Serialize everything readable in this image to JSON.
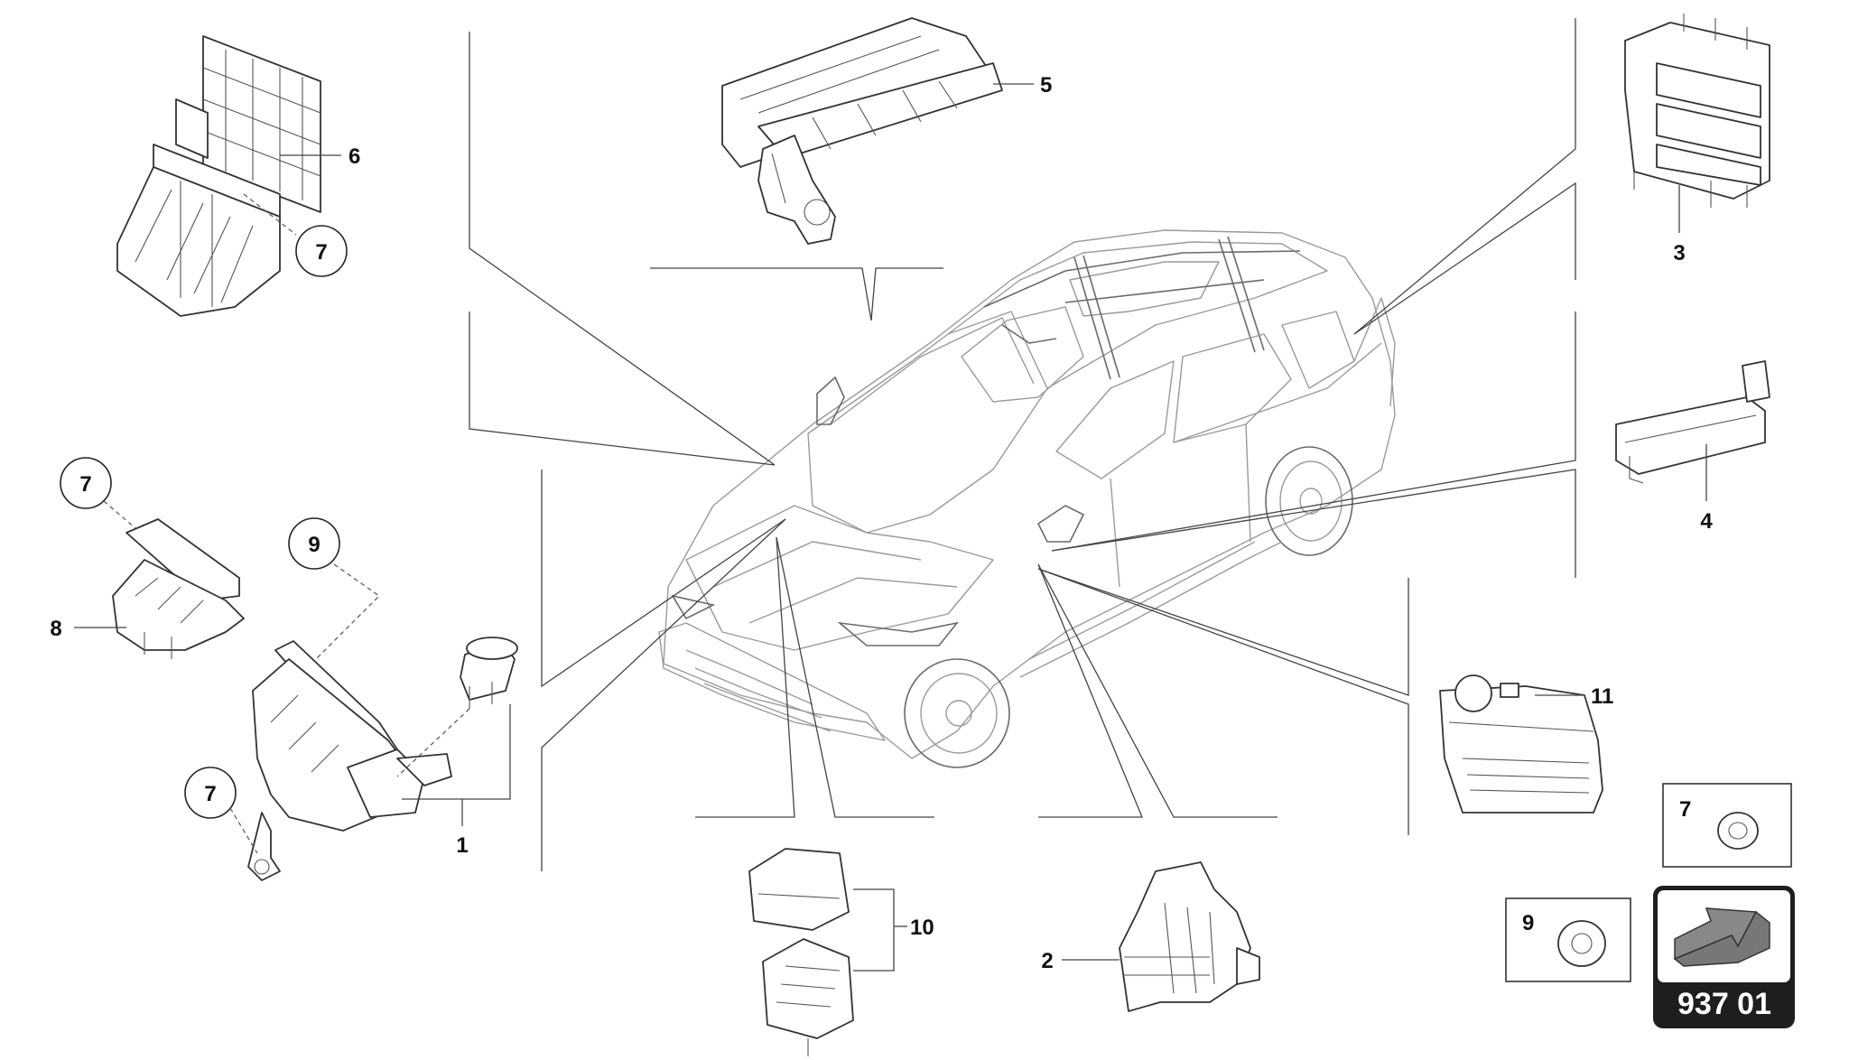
{
  "callouts": {
    "c1": "1",
    "c2": "2",
    "c3": "3",
    "c4": "4",
    "c5": "5",
    "c6": "6",
    "c7a": "7",
    "c7b": "7",
    "c7c": "7",
    "c8": "8",
    "c9": "9",
    "c10": "10",
    "c11": "11"
  },
  "legend": {
    "washer_label": "7",
    "grommet_label": "9"
  },
  "badge": {
    "group_code": "937 01",
    "icon": "arrow-navigation-icon"
  },
  "colors": {
    "badge_bg": "#1e1e1e",
    "arrow_fill": "#888888"
  }
}
